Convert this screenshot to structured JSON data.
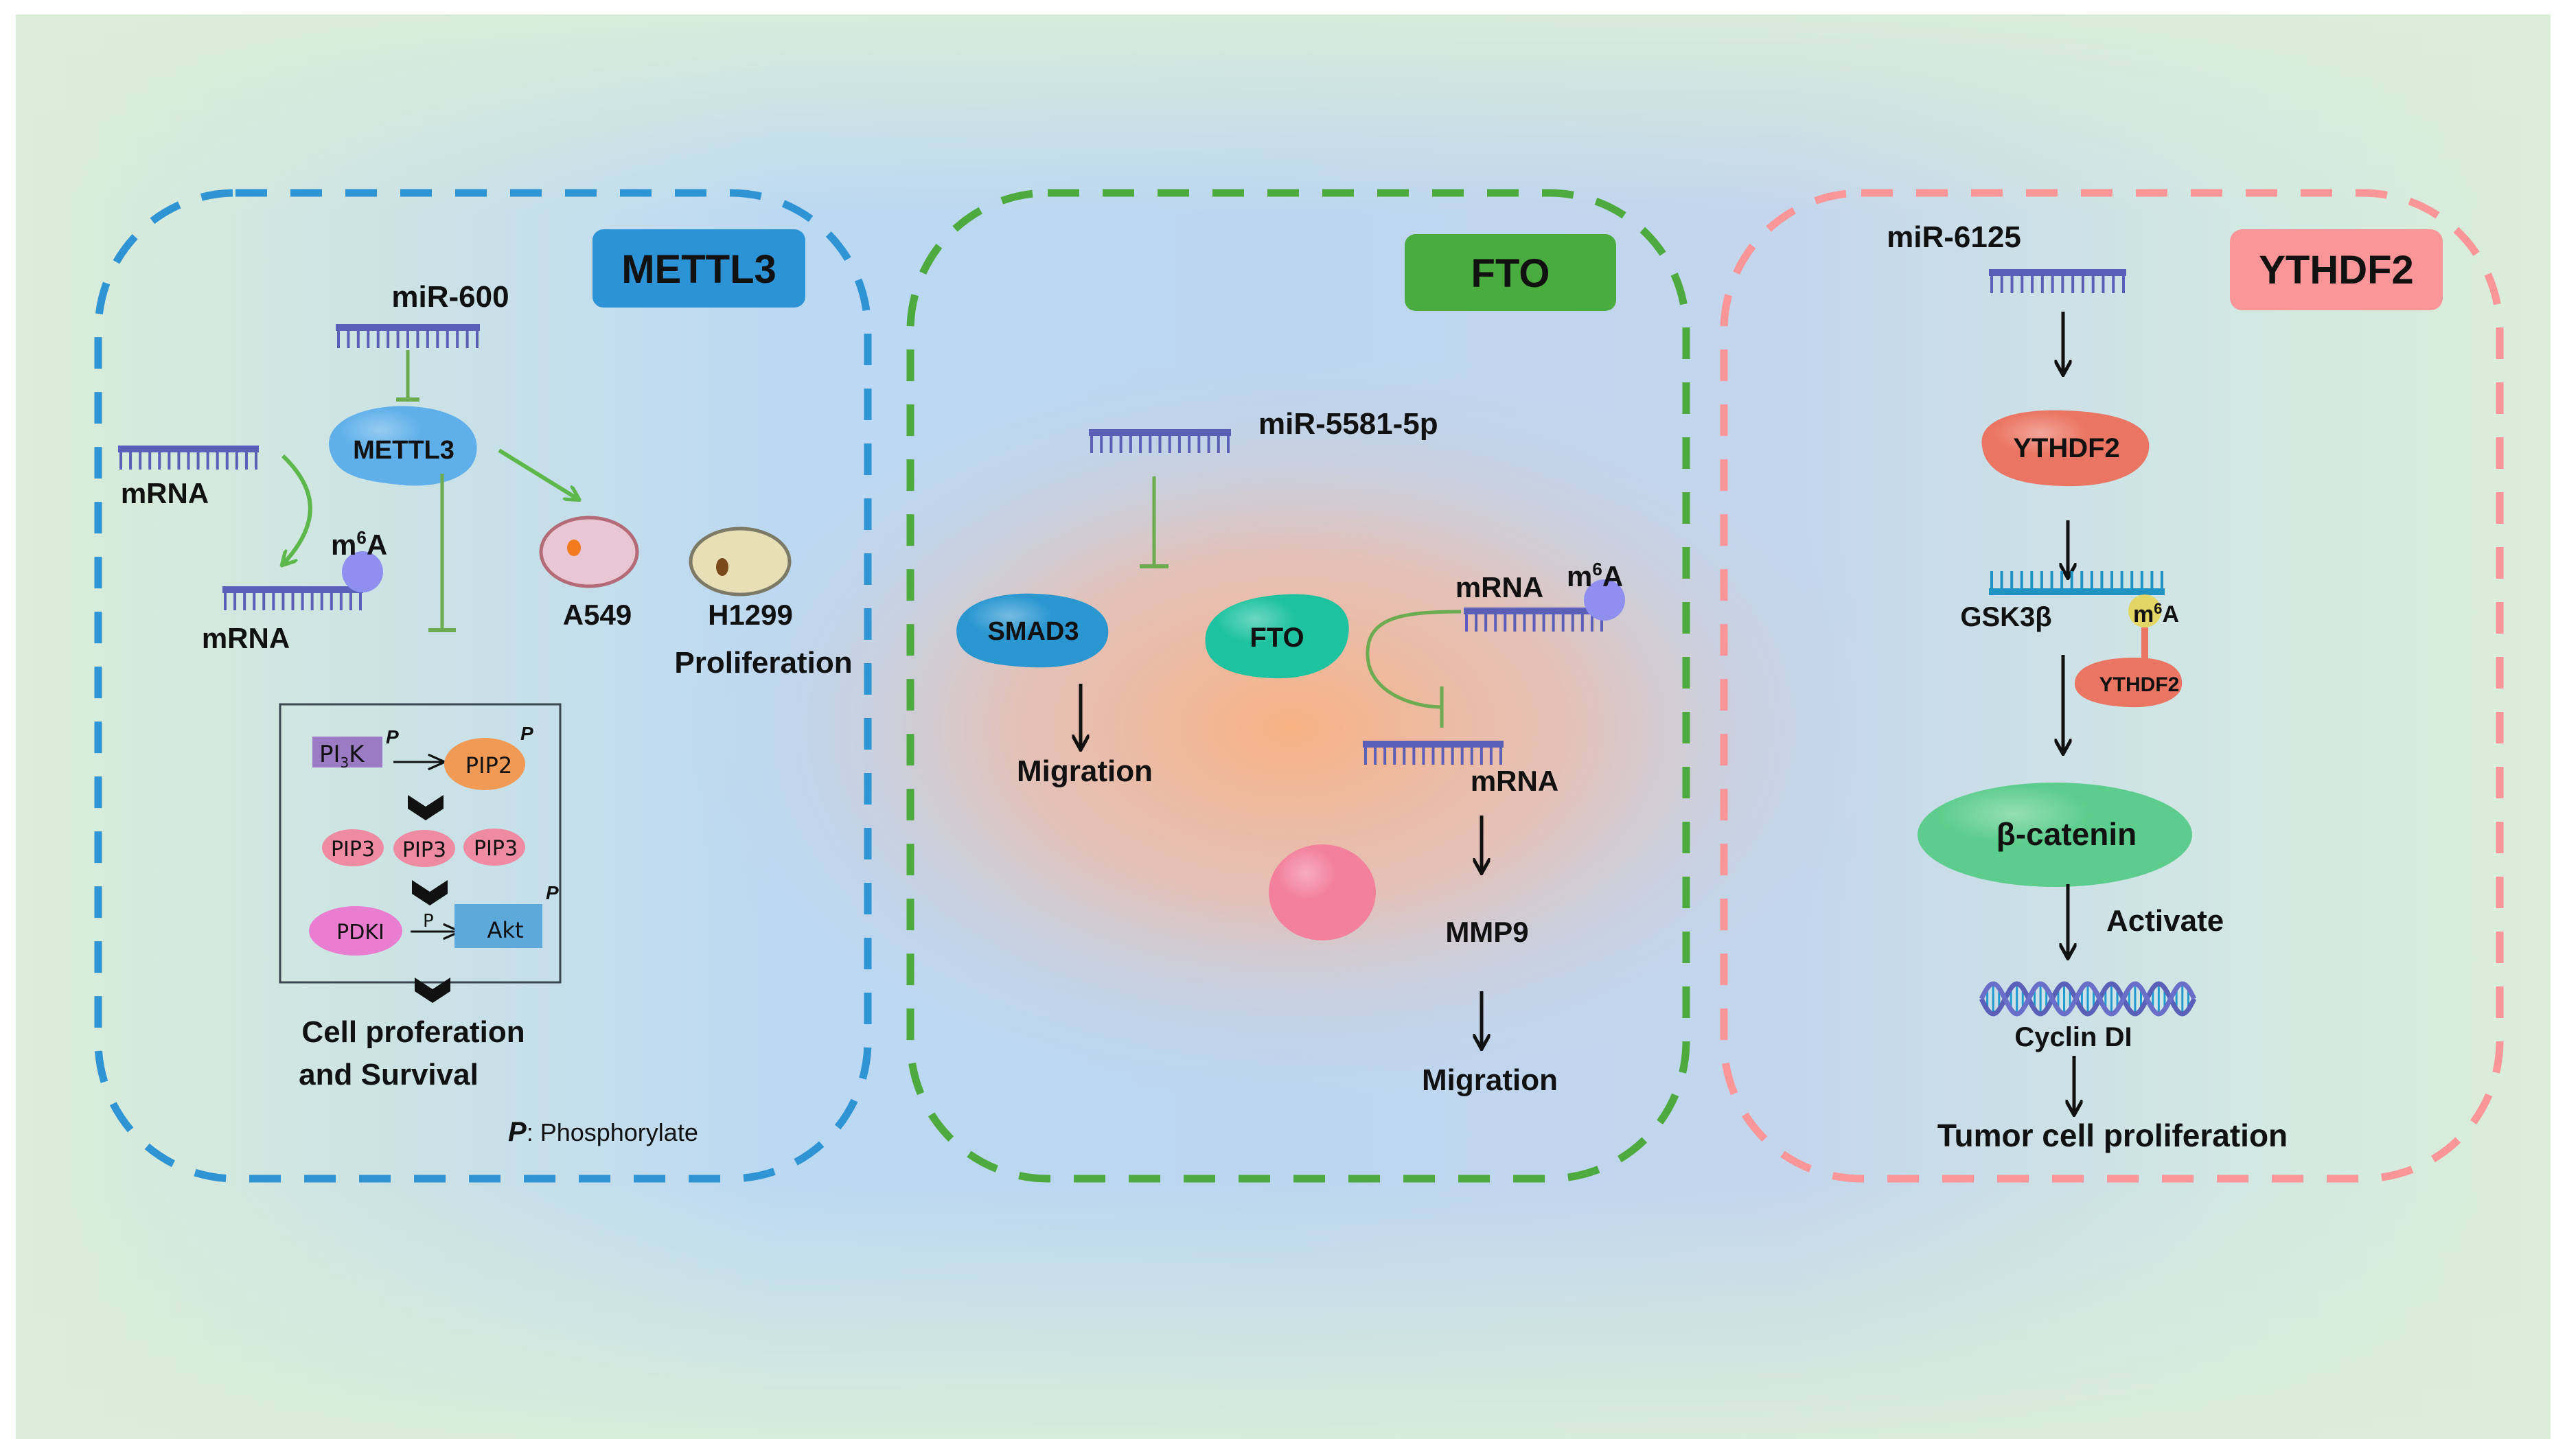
{
  "figure": {
    "description": "m6A regulators METTL3, FTO and YTHDF2 signaling pathways",
    "colors": {
      "mettl3_accent": "#2f94d4",
      "fto_accent": "#4daa3f",
      "ythdf2_accent": "#fa9598",
      "rna_strand": "#5b5fb8",
      "m6a_circle": "#8f8ff0",
      "inhibit_green": "#6cab4f",
      "activate_green": "#5cb84a"
    }
  },
  "panels": {
    "mettl3": {
      "badge": "METTL3",
      "mirna": "miR-600",
      "protein": "METTL3",
      "mrna_label_1": "mRNA",
      "mrna_label_2": "mRNA",
      "m6a_label": "m",
      "m6a_sup": "6",
      "m6a_A": "A",
      "cell_a549": "A549",
      "cell_h1299": "H1299",
      "proliferation": "Proliferation",
      "pathway_box": {
        "pi3k": "PI",
        "pi3k_sub": "3",
        "pi3k_K": "K",
        "pip2": "PIP2",
        "pip3": [
          "PIP3",
          "PIP3",
          "PIP3"
        ],
        "pdki": "PDKI",
        "akt": "Akt",
        "p_mark": "P",
        "p_arrow_label": "P"
      },
      "outcome_line1": "Cell proferation",
      "outcome_line2": "and Survival",
      "legend_p": "P",
      "legend_text": ": Phosphorylate"
    },
    "fto": {
      "badge": "FTO",
      "mirna": "miR-5581-5p",
      "smad3": "SMAD3",
      "protein": "FTO",
      "migration_1": "Migration",
      "mrna_top": "mRNA",
      "m6a_label": "m",
      "m6a_sup": "6",
      "m6a_A": "A",
      "mrna_bottom": "mRNA",
      "mmp9": "MMP9",
      "migration_2": "Migration"
    },
    "ythdf2": {
      "badge": "YTHDF2",
      "mirna": "miR-6125",
      "protein": "YTHDF2",
      "gsk3b": "GSK3β",
      "m6a_label": "m",
      "m6a_sup": "6",
      "m6a_A": "A",
      "reader": "YTHDF2",
      "beta_catenin": "β-catenin",
      "activate": "Activate",
      "cyclin": "Cyclin  DI",
      "outcome": "Tumor cell proliferation"
    }
  }
}
